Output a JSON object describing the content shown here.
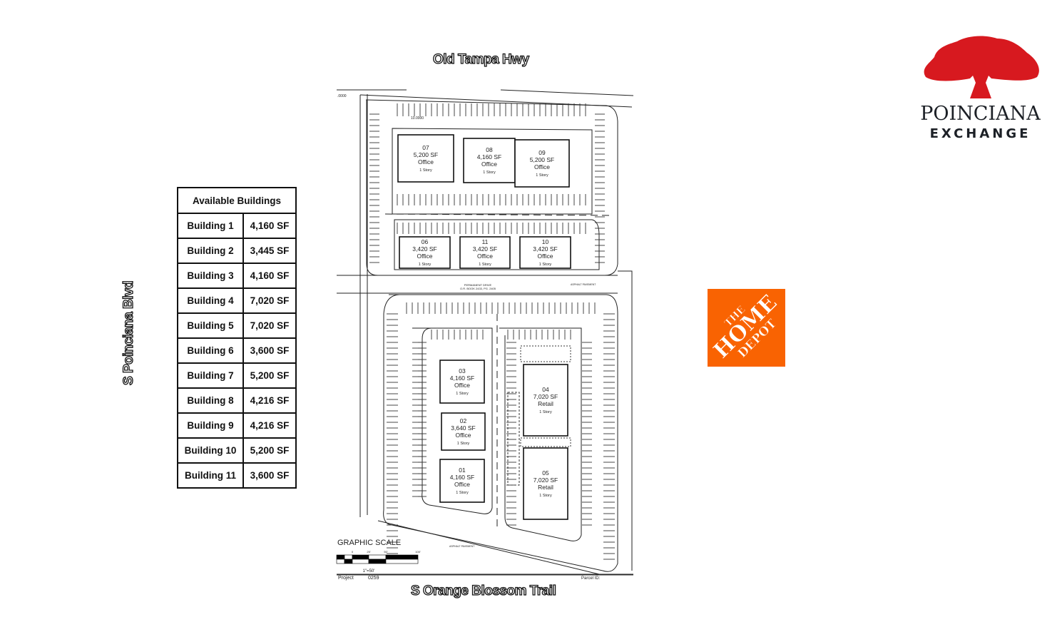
{
  "roads": {
    "top": "Old Tampa Hwy",
    "bottom": "S Orange Blossom Trail",
    "left": "S Poinciana Blvd"
  },
  "logo": {
    "line1": "POINCIANA",
    "line2": "EXCHANGE",
    "color": "#d7191f"
  },
  "anchor_logo": {
    "line1": "THE",
    "line2": "HOME",
    "line3": "DEPOT",
    "color": "#f96302"
  },
  "table": {
    "title": "Available Buildings",
    "rows": [
      {
        "name": "Building 1",
        "size": "4,160 SF"
      },
      {
        "name": "Building 2",
        "size": "3,445 SF"
      },
      {
        "name": "Building 3",
        "size": "4,160 SF"
      },
      {
        "name": "Building 4",
        "size": "7,020 SF"
      },
      {
        "name": "Building 5",
        "size": "7,020 SF"
      },
      {
        "name": "Building 6",
        "size": "3,600 SF"
      },
      {
        "name": "Building 7",
        "size": "5,200 SF"
      },
      {
        "name": "Building 8",
        "size": "4,216 SF"
      },
      {
        "name": "Building 9",
        "size": "4,216 SF"
      },
      {
        "name": "Building 10",
        "size": "5,200 SF"
      },
      {
        "name": "Building 11",
        "size": "3,600 SF"
      }
    ]
  },
  "plan": {
    "buildings": [
      {
        "id": "07",
        "sf": "5,200 SF",
        "use": "Office",
        "story": "1 Story"
      },
      {
        "id": "08",
        "sf": "4,160 SF",
        "use": "Office",
        "story": "1 Story"
      },
      {
        "id": "09",
        "sf": "5,200 SF",
        "use": "Office",
        "story": "1 Story"
      },
      {
        "id": "06",
        "sf": "3,420 SF",
        "use": "Office",
        "story": "1 Story"
      },
      {
        "id": "11",
        "sf": "3,420 SF",
        "use": "Office",
        "story": "1 Story"
      },
      {
        "id": "10",
        "sf": "3,420 SF",
        "use": "Office",
        "story": "1 Story"
      },
      {
        "id": "03",
        "sf": "4,160 SF",
        "use": "Office",
        "story": "1 Story"
      },
      {
        "id": "02",
        "sf": "3,640 SF",
        "use": "Office",
        "story": "1 Story"
      },
      {
        "id": "01",
        "sf": "4,160 SF",
        "use": "Office",
        "story": "1 Story"
      },
      {
        "id": "04",
        "sf": "7,020 SF",
        "use": "Retail",
        "story": "1 Story"
      },
      {
        "id": "05",
        "sf": "7,020 SF",
        "use": "Retail",
        "story": "1 Story"
      }
    ],
    "drive_label": "PERMANENT DRIVE",
    "drive_ref": "O.R. BOOK 2433, PG. 2405",
    "asphalt": "ASPHALT PAVEMENT",
    "dimension": "10.0000",
    "dimension_left": ".0000",
    "scale_title": "GRAPHIC SCALE",
    "scale_ticks": [
      "0",
      "25'",
      "50'",
      "100'"
    ],
    "scale_ratio": "1\"=50'",
    "project_label": "Project",
    "project_no": "0259",
    "parcel_label": "Parcel ID:"
  }
}
